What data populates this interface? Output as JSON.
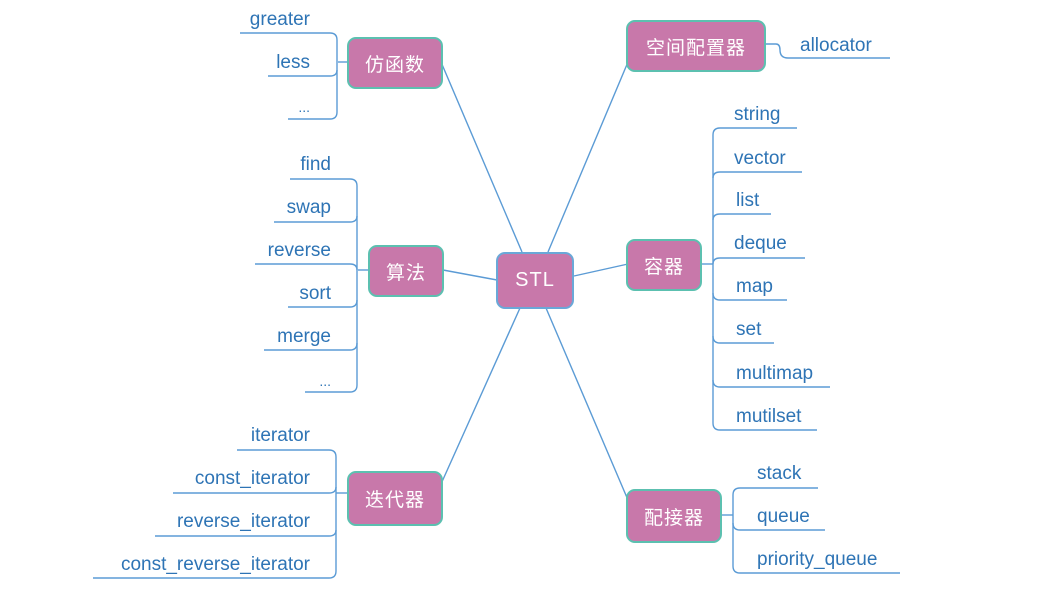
{
  "root": {
    "label": "STL"
  },
  "branches": {
    "functor": {
      "label": "仿函数",
      "children": [
        "greater",
        "less",
        "..."
      ]
    },
    "algorithm": {
      "label": "算法",
      "children": [
        "find",
        "swap",
        "reverse",
        "sort",
        "merge",
        "..."
      ]
    },
    "iterator": {
      "label": "迭代器",
      "children": [
        "iterator",
        "const_iterator",
        "reverse_iterator",
        "const_reverse_iterator"
      ]
    },
    "allocator": {
      "label": "空间配置器",
      "children": [
        "allocator"
      ]
    },
    "container": {
      "label": "容器",
      "children": [
        "string",
        "vector",
        "list",
        "deque",
        "map",
        "set",
        "multimap",
        "mutilset"
      ]
    },
    "adapter": {
      "label": "配接器",
      "children": [
        "stack",
        "queue",
        "priority_queue"
      ]
    }
  },
  "colors": {
    "node_fill": "#c878aa",
    "node_border": "#5cc0b0",
    "line": "#5b9bd5",
    "leaf_text": "#2e74b5"
  }
}
